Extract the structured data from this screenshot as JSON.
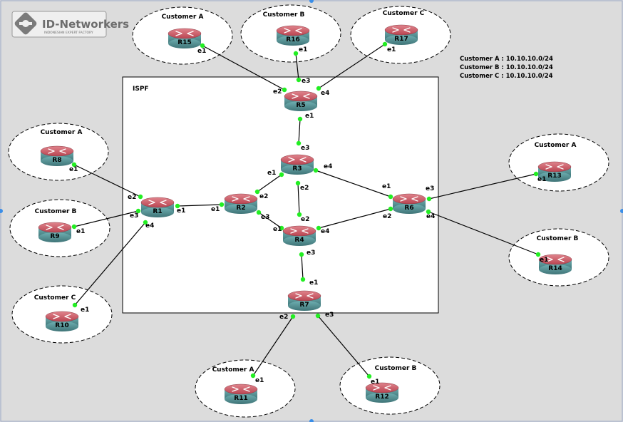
{
  "logo": {
    "title": "ID-Networkers",
    "tagline": "INDONESIAN EXPERT FACTORY"
  },
  "isp_box": {
    "label": "ISPF"
  },
  "legend": [
    "Customer A : 10.10.10.0/24",
    "Customer B : 10.10.10.0/24",
    "Customer C : 10.10.10.0/24"
  ],
  "customer_zones": [
    {
      "name": "Customer A",
      "router": "R15"
    },
    {
      "name": "Customer B",
      "router": "R16"
    },
    {
      "name": "Customer C",
      "router": "R17"
    },
    {
      "name": "Customer A",
      "router": "R8"
    },
    {
      "name": "Customer B",
      "router": "R9"
    },
    {
      "name": "Customer C",
      "router": "R10"
    },
    {
      "name": "Customer A",
      "router": "R13"
    },
    {
      "name": "Customer B",
      "router": "R14"
    },
    {
      "name": "Customer A",
      "router": "R11"
    },
    {
      "name": "Customer B",
      "router": "R12"
    }
  ],
  "routers": [
    "R1",
    "R2",
    "R3",
    "R4",
    "R5",
    "R6",
    "R7",
    "R8",
    "R9",
    "R10",
    "R11",
    "R12",
    "R13",
    "R14",
    "R15",
    "R16",
    "R17"
  ],
  "links": [
    {
      "a": "R15",
      "a_if": "e1",
      "b": "R5",
      "b_if": "e2"
    },
    {
      "a": "R16",
      "a_if": "e1",
      "b": "R5",
      "b_if": "e3"
    },
    {
      "a": "R17",
      "a_if": "e1",
      "b": "R5",
      "b_if": "e4"
    },
    {
      "a": "R5",
      "a_if": "e1",
      "b": "R3",
      "b_if": "e3"
    },
    {
      "a": "R3",
      "a_if": "e1",
      "b": "R2",
      "b_if": "e2"
    },
    {
      "a": "R3",
      "a_if": "e2",
      "b": "R4",
      "b_if": "e2"
    },
    {
      "a": "R3",
      "a_if": "e4",
      "b": "R6",
      "b_if": "e1"
    },
    {
      "a": "R2",
      "a_if": "e1",
      "b": "R1",
      "b_if": "e1"
    },
    {
      "a": "R2",
      "a_if": "e3",
      "b": "R4",
      "b_if": "e1"
    },
    {
      "a": "R4",
      "a_if": "e4",
      "b": "R6",
      "b_if": "e2"
    },
    {
      "a": "R4",
      "a_if": "e3",
      "b": "R7",
      "b_if": "e1"
    },
    {
      "a": "R8",
      "a_if": "e1",
      "b": "R1",
      "b_if": "e2"
    },
    {
      "a": "R9",
      "a_if": "e1",
      "b": "R1",
      "b_if": "e3"
    },
    {
      "a": "R10",
      "a_if": "e1",
      "b": "R1",
      "b_if": "e4"
    },
    {
      "a": "R6",
      "a_if": "e3",
      "b": "R13",
      "b_if": "e1"
    },
    {
      "a": "R6",
      "a_if": "e4",
      "b": "R14",
      "b_if": "e1"
    },
    {
      "a": "R7",
      "a_if": "e2",
      "b": "R11",
      "b_if": "e1"
    },
    {
      "a": "R7",
      "a_if": "e3",
      "b": "R12",
      "b_if": "e1"
    }
  ],
  "colors": {
    "background": "#dcdcdc",
    "router_top": "#c75a66",
    "router_body": "#4f8f92",
    "port_dot": "#22ee22",
    "link": "#000000"
  }
}
